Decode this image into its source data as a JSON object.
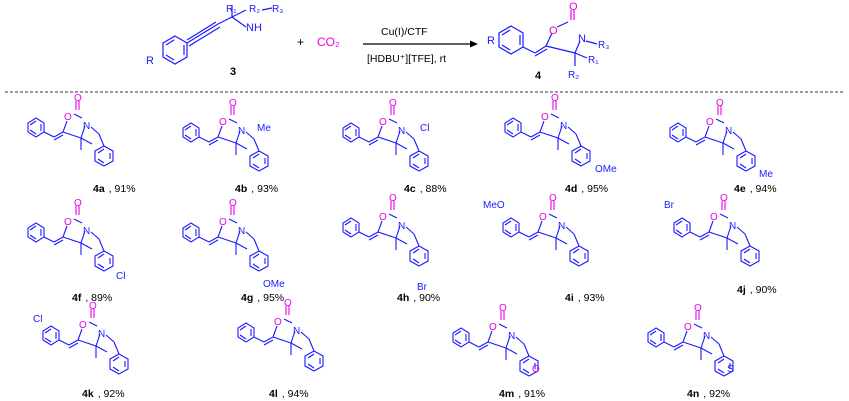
{
  "colors": {
    "structure": "#1a1aff",
    "oxygen": "#e600e6",
    "text": "#000000",
    "dashed_line": "#333333"
  },
  "scheme": {
    "reactant_label": "3",
    "plus": "+",
    "co2": "CO₂",
    "condition_top": "Cu(I)/CTF",
    "condition_bottom": "[HDBU⁺][TFE], rt",
    "product_label": "4",
    "reactant_atoms": {
      "r": "R",
      "r1": "R₁",
      "r2": "R₂",
      "r3": "R₃",
      "nh": "NH"
    },
    "product_atoms": {
      "r": "R",
      "o_ring": "O",
      "o_carbonyl": "O",
      "n": "N",
      "r3": "R₃",
      "r1": "R₁",
      "r2": "R₂"
    }
  },
  "compounds": [
    {
      "id": "4a",
      "yield": "91%",
      "subs": []
    },
    {
      "id": "4b",
      "yield": "93%",
      "subs": [
        "Me"
      ]
    },
    {
      "id": "4c",
      "yield": "88%",
      "subs": [
        "Cl"
      ]
    },
    {
      "id": "4d",
      "yield": "95%",
      "subs": [
        "OMe"
      ]
    },
    {
      "id": "4e",
      "yield": "94%",
      "subs": [
        "Me"
      ]
    },
    {
      "id": "4f",
      "yield": "89%",
      "subs": [
        "Cl"
      ]
    },
    {
      "id": "4g",
      "yield": "95%",
      "subs": [
        "OMe"
      ]
    },
    {
      "id": "4h",
      "yield": "90%",
      "subs": [
        "Br"
      ]
    },
    {
      "id": "4i",
      "yield": "93%",
      "subs": [
        "MeO"
      ]
    },
    {
      "id": "4j",
      "yield": "90%",
      "subs": [
        "Br"
      ]
    },
    {
      "id": "4k",
      "yield": "92%",
      "subs": [
        "Cl"
      ]
    },
    {
      "id": "4l",
      "yield": "94%",
      "subs": []
    },
    {
      "id": "4m",
      "yield": "91%",
      "subs": [
        "O"
      ]
    },
    {
      "id": "4n",
      "yield": "92%",
      "subs": [
        "S"
      ]
    }
  ]
}
